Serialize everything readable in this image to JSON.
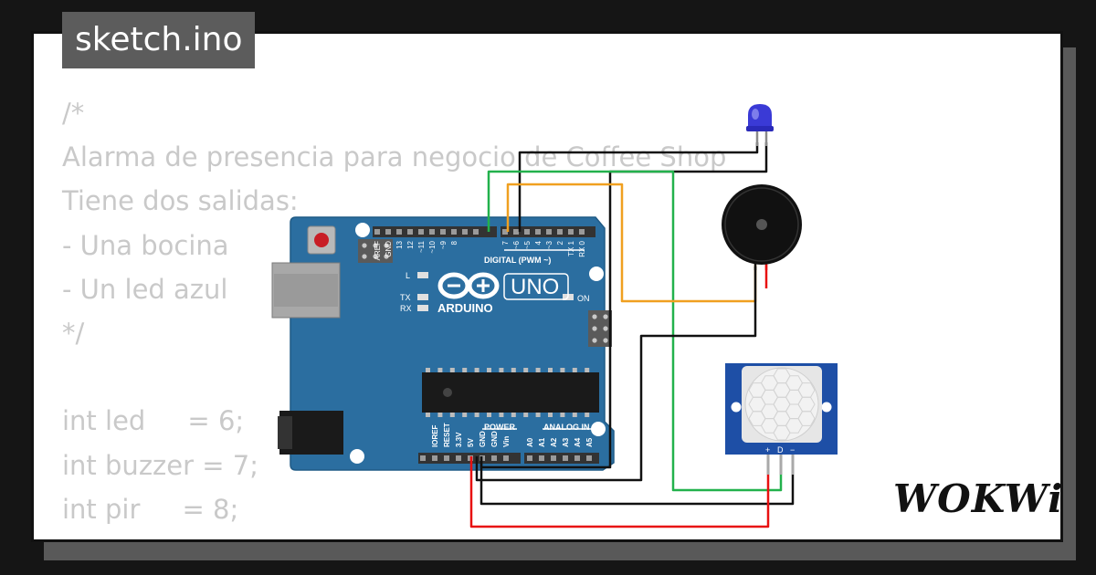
{
  "file_tab": {
    "label": "sketch.ino"
  },
  "code": {
    "lines": [
      "/*",
      "Alarma de presencia para negocio de Coffee Shop",
      "Tiene dos salidas:",
      "- Una bocina",
      "- Un led azul",
      "*/",
      "",
      "int led     = 6;",
      "int buzzer = 7;",
      "int pir     = 8;"
    ]
  },
  "board": {
    "logo": "ARDUINO",
    "model": "UNO",
    "digital_header": "DIGITAL (PWM ~)",
    "digital_pins": [
      "AREF",
      "GND",
      "13",
      "12",
      "~11",
      "~10",
      "~9",
      "8",
      "7",
      "~6",
      "~5",
      "4",
      "~3",
      "2",
      "TX 1",
      "RX 0"
    ],
    "power_header": "POWER",
    "analog_header": "ANALOG IN",
    "power_pins": [
      "IOREF",
      "RESET",
      "3.3V",
      "5V",
      "GND",
      "GND",
      "Vin"
    ],
    "analog_pins": [
      "A0",
      "A1",
      "A2",
      "A3",
      "A4",
      "A5"
    ],
    "led_labels": {
      "l": "L",
      "tx": "TX",
      "rx": "RX",
      "on": "ON"
    }
  },
  "pir_sensor": {
    "pins": [
      "+",
      "D",
      "−"
    ]
  },
  "brand": {
    "name": "WOKWi"
  },
  "colors": {
    "board": "#2b6ea0",
    "wire_green": "#22b14c",
    "wire_orange": "#f0a020",
    "wire_black": "#000000",
    "wire_red": "#e81010",
    "led_blue": "#3a3ad6",
    "pir_blue": "#1e4fa6"
  }
}
